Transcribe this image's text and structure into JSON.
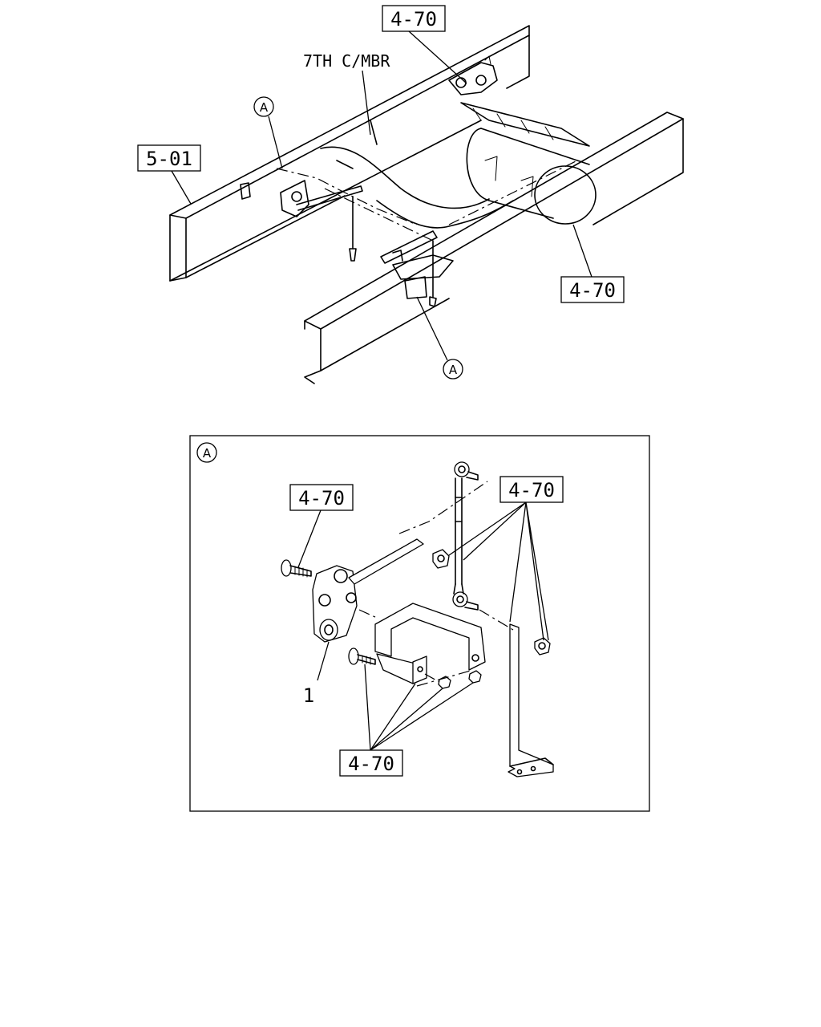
{
  "top_view": {
    "ref_top": "4-70",
    "ref_left": "5-01",
    "ref_right": "4-70",
    "crossmember_label": "7TH C/MBR",
    "callout_a_top": "A",
    "callout_a_bottom": "A"
  },
  "detail_a": {
    "frame_callout": "A",
    "ref_upper_left": "4-70",
    "ref_upper_right": "4-70",
    "ref_lower": "4-70",
    "part_number": "1"
  }
}
